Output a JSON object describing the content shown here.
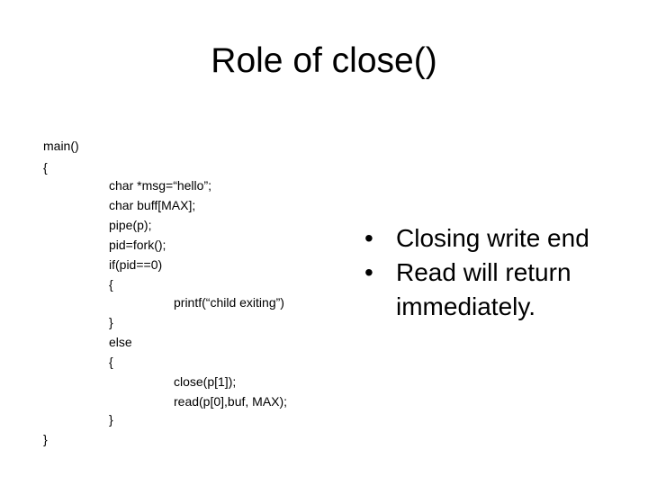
{
  "slide": {
    "title": "Role of close()",
    "code": [
      "main()",
      "{",
      "char *msg=“hello”;",
      "char buff[MAX];",
      "pipe(p);",
      "pid=fork();",
      "if(pid==0)",
      "{",
      "printf(“child exiting”)",
      "}",
      "else",
      "{",
      "close(p[1]);",
      "read(p[0],buf, MAX);",
      "}",
      "}"
    ],
    "bullets": [
      "Closing write end",
      "Read will return immediately."
    ],
    "bullet_glyph": "•"
  }
}
